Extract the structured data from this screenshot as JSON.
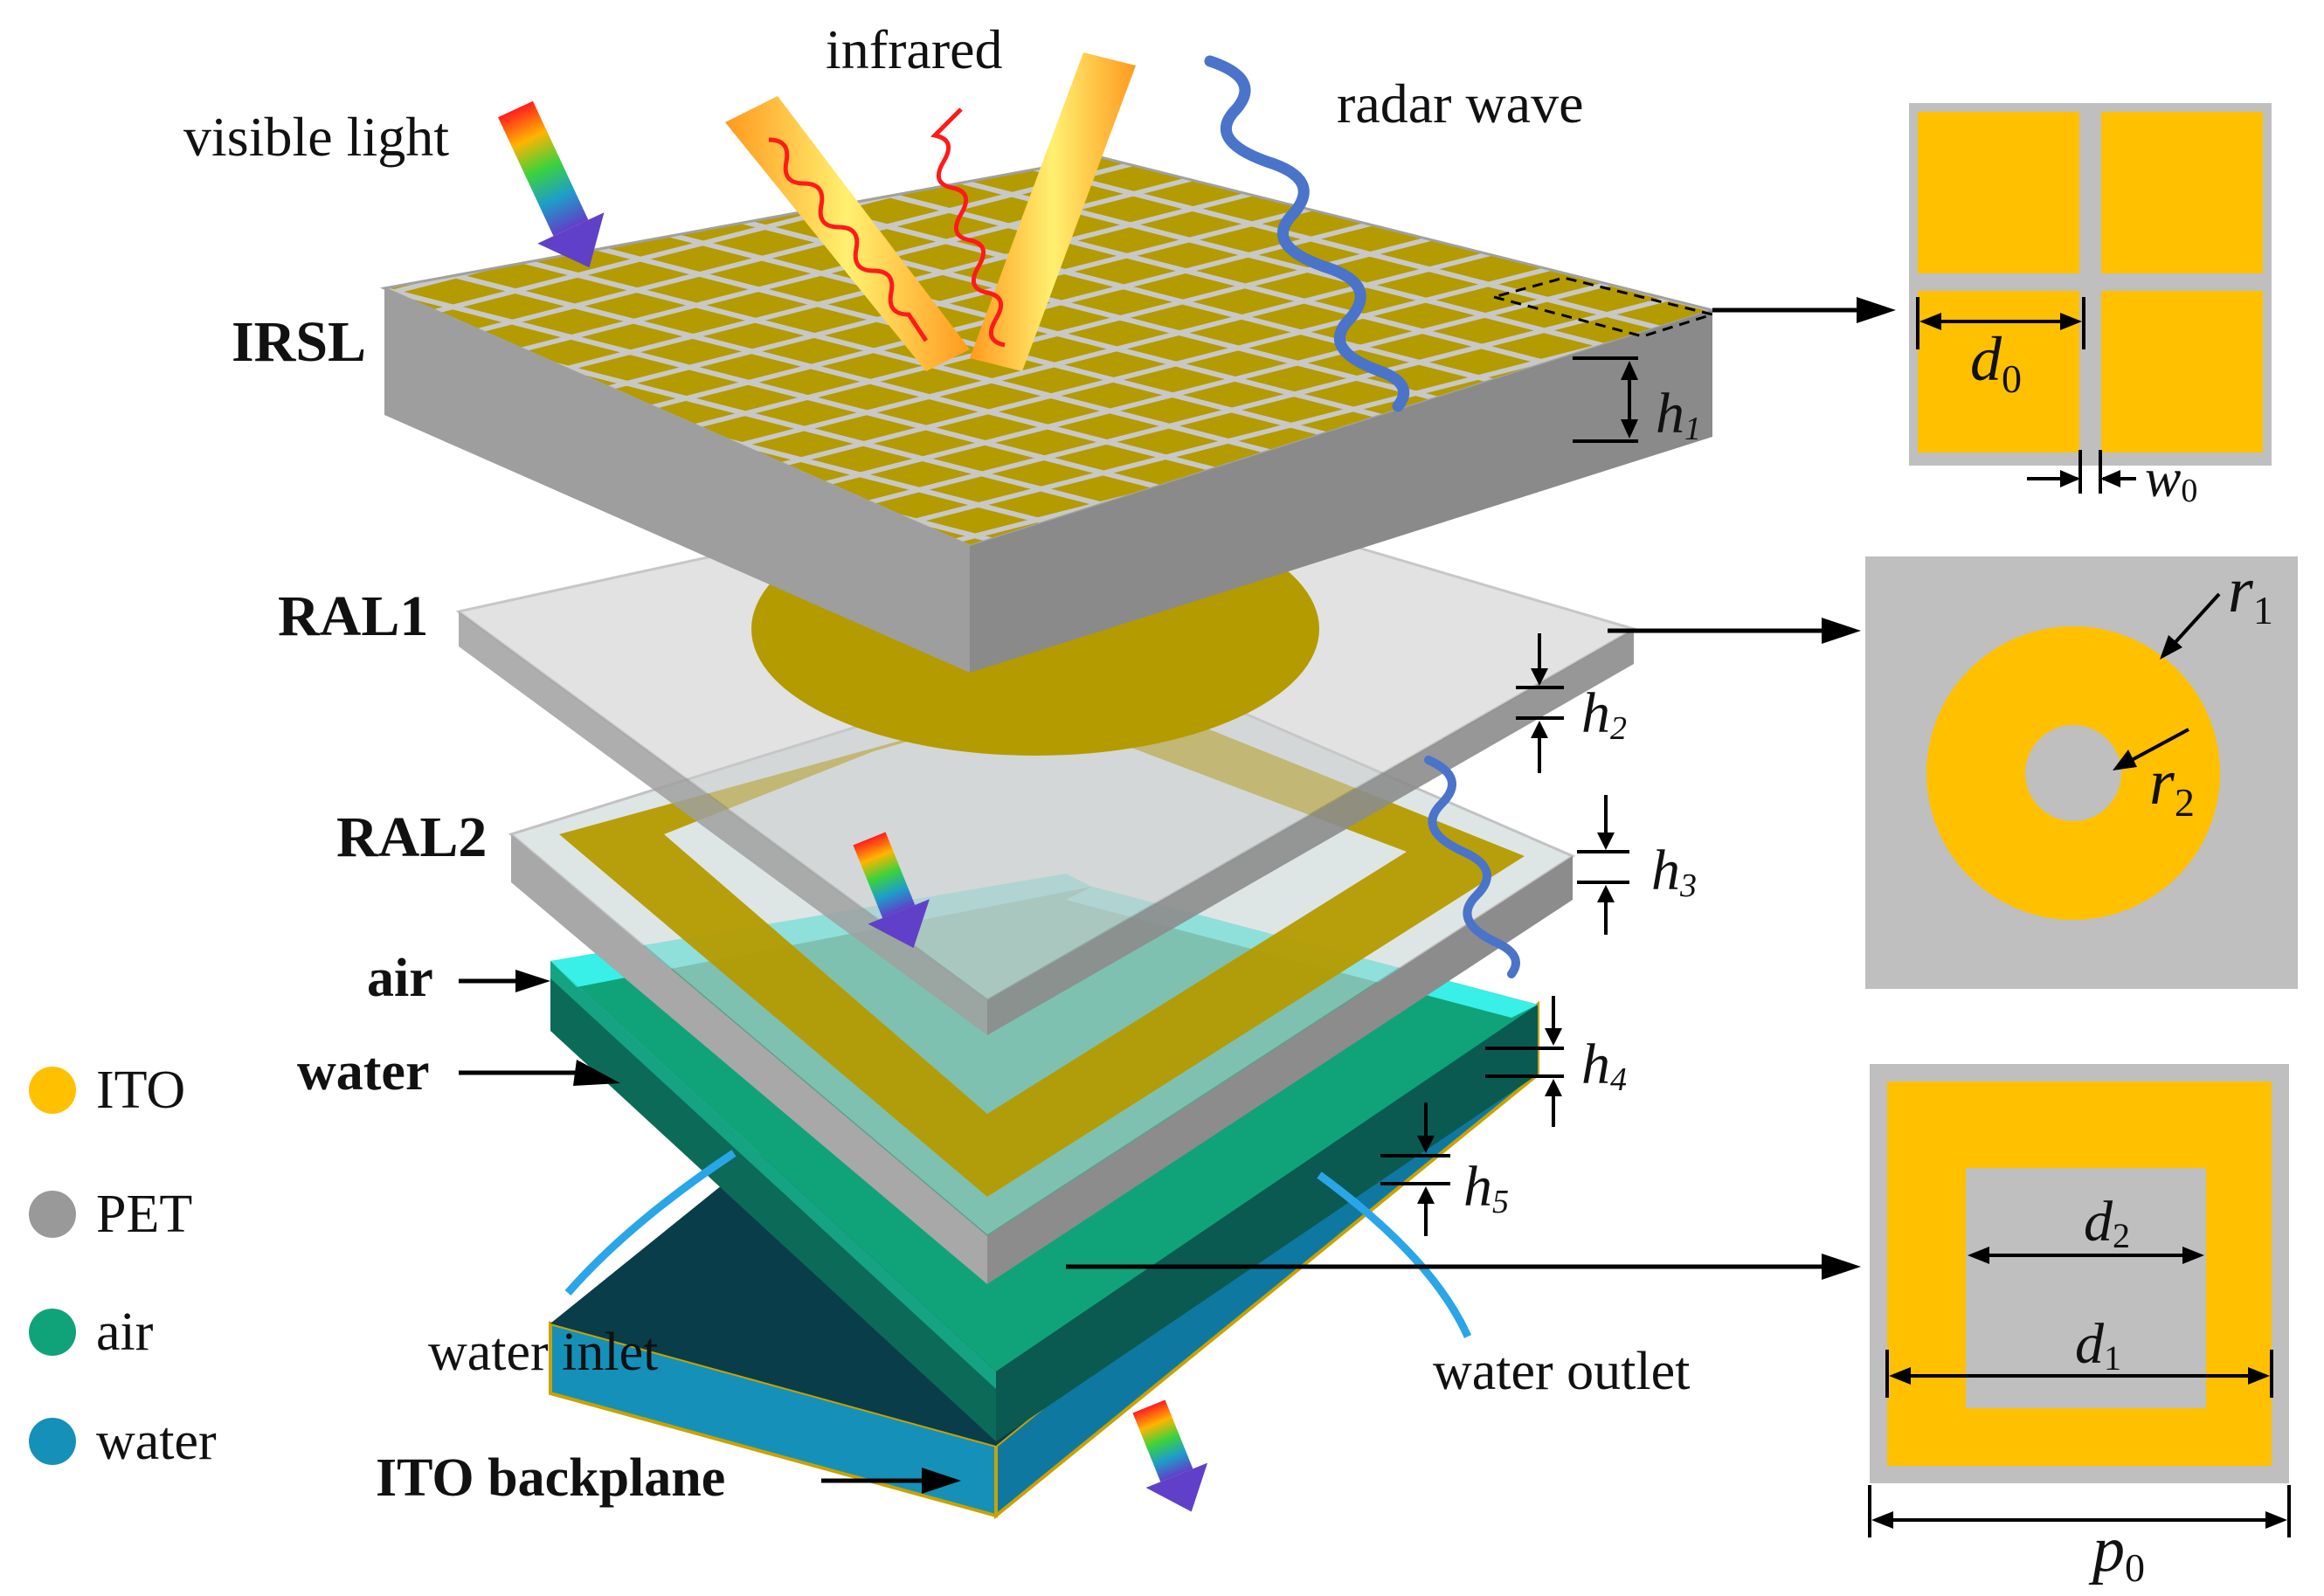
{
  "colors": {
    "ito": "#ffc000",
    "ito_layer": "#b49b00",
    "pet": "#a6a6a6",
    "pet_light": "#c0c0c0",
    "air": "#10a37a",
    "water": "#1590b8",
    "radar": "#4a74c9",
    "arrow": "#000000"
  },
  "waves": {
    "visible": "visible light",
    "infrared": "infrared",
    "radar": "radar wave"
  },
  "layers": {
    "irsl": "IRSL",
    "ral1": "RAL1",
    "ral2": "RAL2",
    "air": "air",
    "water": "water",
    "backplane": "ITO backplane"
  },
  "flow": {
    "inlet": "water inlet",
    "outlet": "water outlet"
  },
  "dims": {
    "h1": "h",
    "h1_sub": "1",
    "h2": "h",
    "h2_sub": "2",
    "h3": "h",
    "h3_sub": "3",
    "h4": "h",
    "h4_sub": "4",
    "h5": "h",
    "h5_sub": "5"
  },
  "units": {
    "d0": "d",
    "d0_sub": "0",
    "w0": "w",
    "w0_sub": "0",
    "r1": "r",
    "r1_sub": "1",
    "r2": "r",
    "r2_sub": "2",
    "d1": "d",
    "d1_sub": "1",
    "d2": "d",
    "d2_sub": "2",
    "p0": "p",
    "p0_sub": "0"
  },
  "legend": [
    {
      "label": "ITO",
      "color": "#ffc000"
    },
    {
      "label": "PET",
      "color": "#999999"
    },
    {
      "label": "air",
      "color": "#10a37a"
    },
    {
      "label": "water",
      "color": "#1590b8"
    }
  ]
}
